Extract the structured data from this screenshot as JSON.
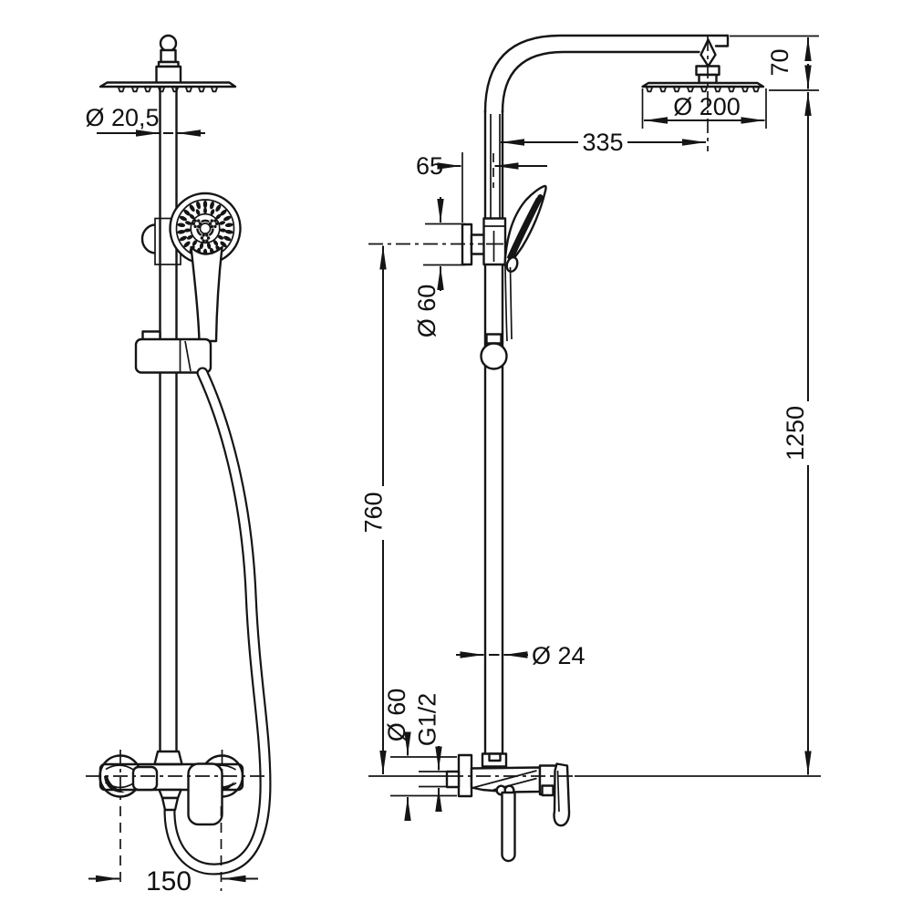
{
  "dim": {
    "d205": "Ø 20,5",
    "d200": "Ø 200",
    "reach335": "335",
    "head_drop70": "70",
    "offset65": "65",
    "bracket_flange": "Ø 60",
    "column_height": "760",
    "column_dia": "Ø 24",
    "wall_flange": "Ø 60",
    "thread": "G1/2",
    "total_height": "1250",
    "inlet_spacing": "150"
  }
}
